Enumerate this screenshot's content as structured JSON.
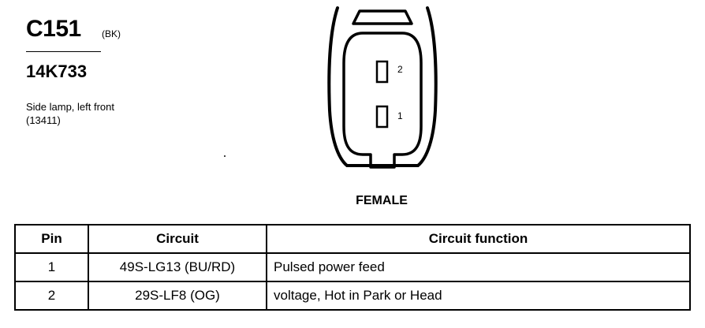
{
  "connector": {
    "id": "C151",
    "color_code": "(BK)",
    "part_number": "14K733",
    "description": "Side lamp, left front",
    "ref_number": "(13411)",
    "gender": "FEMALE",
    "pin_labels": [
      "2",
      "1"
    ]
  },
  "table": {
    "headers": {
      "pin": "Pin",
      "circuit": "Circuit",
      "function": "Circuit function"
    },
    "rows": [
      {
        "pin": "1",
        "circuit": "49S-LG13 (BU/RD)",
        "function": "Pulsed power feed"
      },
      {
        "pin": "2",
        "circuit": "29S-LF8 (OG)",
        "function": "voltage, Hot in Park or Head"
      }
    ]
  }
}
